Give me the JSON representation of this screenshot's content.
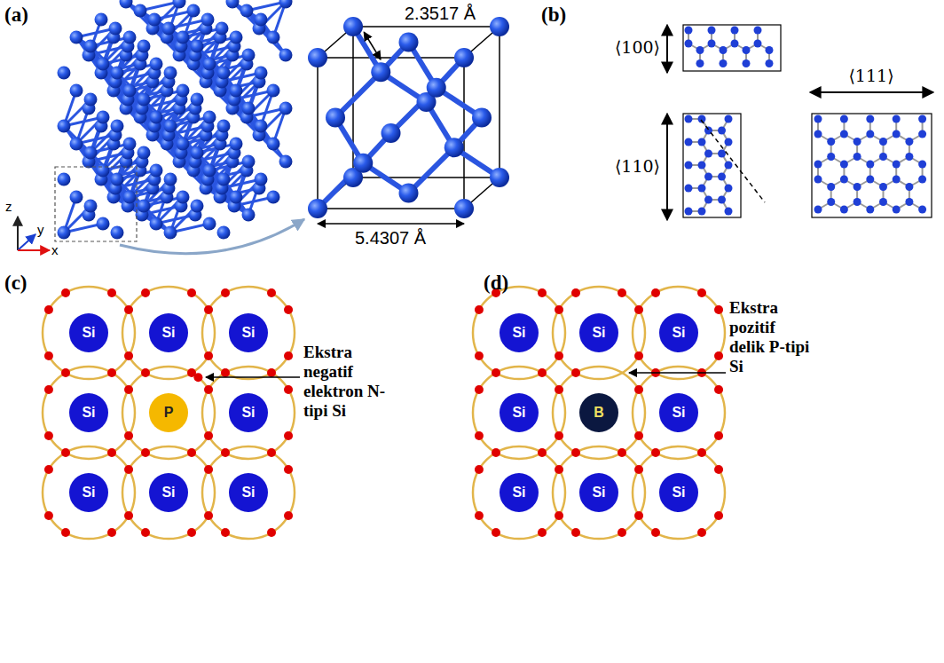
{
  "diagram": {
    "nodes": [
      {
        "text": [
          "Si"
        ]
      },
      {
        "text": [
          "Si"
        ]
      },
      {
        "text": [
          "Si"
        ]
      },
      {
        "text": [
          "Si"
        ]
      },
      {
        "text": [
          "P"
        ]
      },
      {
        "text": [
          "Si"
        ]
      },
      {
        "text": [
          "Si"
        ]
      },
      {
        "text": [
          "Si"
        ]
      },
      {
        "text": [
          "Si"
        ]
      },
      {
        "text": [
          "Si"
        ]
      },
      {
        "text": [
          "Si"
        ]
      },
      {
        "text": [
          "Si"
        ]
      },
      {
        "text": [
          "Si"
        ]
      },
      {
        "text": [
          "B"
        ]
      },
      {
        "text": [
          "Si"
        ]
      },
      {
        "text": [
          "Si"
        ]
      },
      {
        "text": [
          "Si"
        ]
      },
      {
        "text": [
          "Si"
        ]
      }
    ],
    "labels": [
      "(a)",
      "2.3517 Å",
      "z",
      "y",
      "x",
      "5.4307 Å",
      "(b)",
      "⟨100⟩",
      "⟨110⟩",
      "⟨111⟩",
      "(c)",
      "Ekstra negatif elektron N-tipi Si",
      "(d)",
      "Ekstra pozitif delik P-tipi Si"
    ]
  }
}
